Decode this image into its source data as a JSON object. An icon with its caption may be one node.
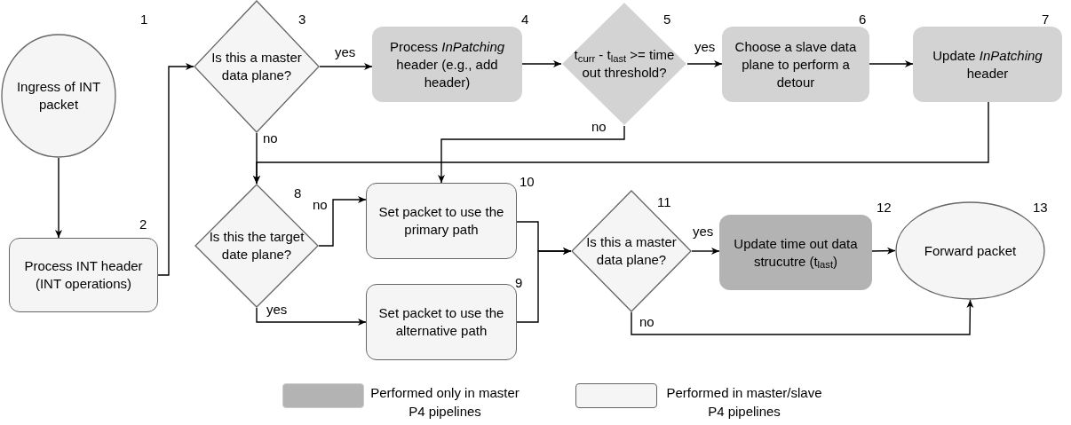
{
  "diagram": {
    "nodes": [
      {
        "text": [
          "Ingress of INT packet"
        ],
        "beside": [
          "1"
        ]
      },
      {
        "text": [
          "Process INT header (INT operations)"
        ],
        "beside": [
          "2"
        ]
      },
      {
        "text": [
          "Is this a master data plane?"
        ],
        "beside": [
          "3"
        ]
      },
      {
        "text": [
          "Process *InPatching* header (e.g., add header)"
        ],
        "beside": [
          "4"
        ]
      },
      {
        "text": [
          "t$_{curr}$ - t$_{last}$ >= time out threshold?"
        ],
        "beside": [
          "5"
        ]
      },
      {
        "text": [
          "Choose a slave data plane to perform a detour"
        ],
        "beside": [
          "6"
        ]
      },
      {
        "text": [
          "Update *InPatching* header"
        ],
        "beside": [
          "7"
        ]
      },
      {
        "text": [
          "Is this the target date plane?"
        ],
        "beside": [
          "8"
        ]
      },
      {
        "text": [
          "Set packet to use the primary path"
        ],
        "beside": [
          "10"
        ]
      },
      {
        "text": [
          "Set packet to use the alternative path"
        ],
        "beside": [
          "9"
        ]
      },
      {
        "text": [
          "Is this a master data plane?"
        ],
        "beside": [
          "11"
        ]
      },
      {
        "text": [
          "Update time out data strucutre (t$_{last}$)"
        ],
        "beside": [
          "12"
        ]
      },
      {
        "text": [
          "Forward packet"
        ],
        "beside": [
          "13"
        ]
      }
    ],
    "edges": [
      {
        "from": 0,
        "to": 1,
        "arrow": "to"
      },
      {
        "from": 1,
        "to": 2,
        "arrow": "to"
      },
      {
        "from": 2,
        "to": 3,
        "arrow": "to",
        "label": "yes"
      },
      {
        "from": 3,
        "to": 4,
        "arrow": "to"
      },
      {
        "from": 4,
        "to": 5,
        "arrow": "to",
        "label": "yes"
      },
      {
        "from": 5,
        "to": 6,
        "arrow": "to"
      },
      {
        "from": 2,
        "to": 7,
        "arrow": "to",
        "label": "no"
      },
      {
        "from": 4,
        "to": 8,
        "arrow": "to",
        "label": "no"
      },
      {
        "from": 6,
        "to": 7,
        "arrow": "to"
      },
      {
        "from": 7,
        "to": 8,
        "arrow": "to",
        "label": "no"
      },
      {
        "from": 7,
        "to": 9,
        "arrow": "to",
        "label": "yes"
      },
      {
        "from": 8,
        "to": 10,
        "arrow": "to"
      },
      {
        "from": 9,
        "to": 10,
        "arrow": "to"
      },
      {
        "from": 10,
        "to": 11,
        "arrow": "to",
        "label": "yes"
      },
      {
        "from": 10,
        "to": 12,
        "arrow": "to",
        "label": "no"
      },
      {
        "from": 11,
        "to": 12,
        "arrow": "to"
      }
    ],
    "legend": [
      {
        "text": "Performed only in master P4 pipelines",
        "color": "#b3b3b3"
      },
      {
        "text": "Performed in master/slave P4 pipelines",
        "color": "#f5f5f5"
      }
    ]
  }
}
